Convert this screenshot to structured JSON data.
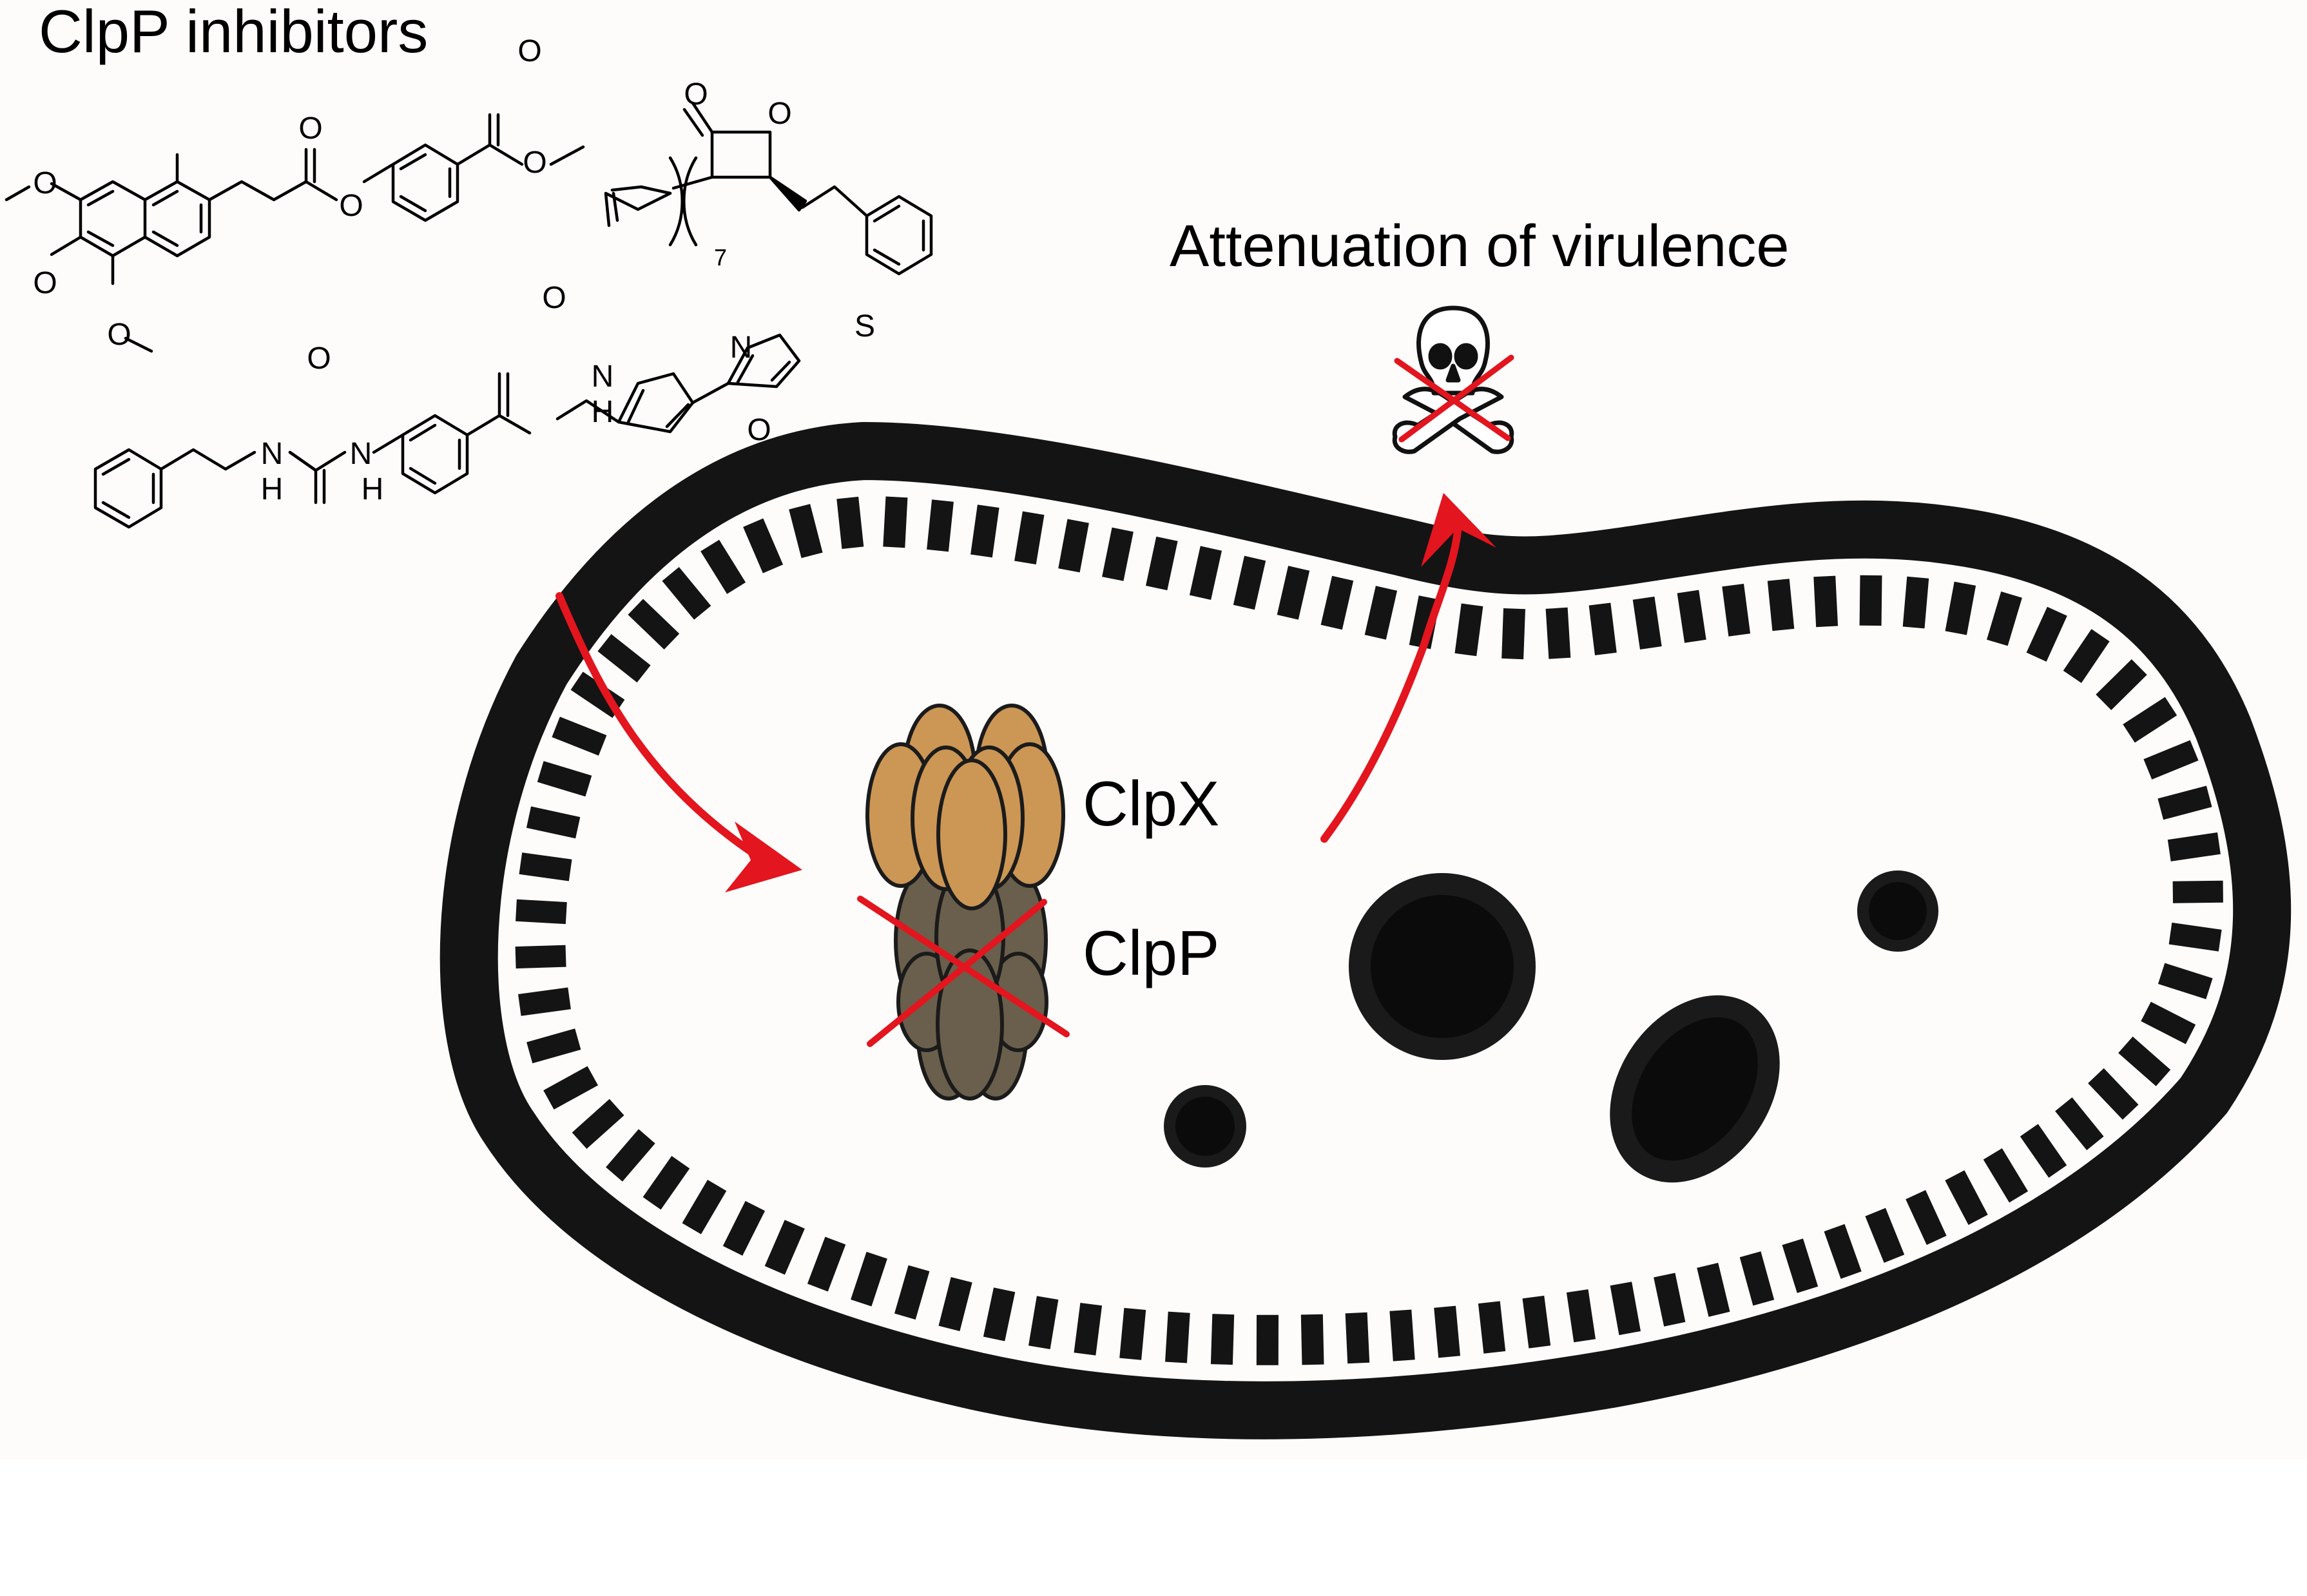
{
  "figure": {
    "title": "ClpP inhibitors",
    "outcome_label": "Attenuation of virulence",
    "protein_labels": {
      "unfoldase": "ClpX",
      "protease": "ClpP"
    },
    "chem_atoms": {
      "oxygen": "O",
      "nitrogen": "N",
      "hydrogen": "H",
      "sulfur": "S",
      "subscript_seven": "7"
    },
    "icons": [
      "skull-crossbones-icon",
      "red-cross-icon",
      "red-arrow-icon"
    ],
    "colors": {
      "background": "#fdfcfb",
      "bacterium": "#141414",
      "arrow": "#e3151e",
      "clpx": "#cc9655",
      "clpp": "#6a5f4c",
      "outline": "#1b1b1b"
    }
  }
}
